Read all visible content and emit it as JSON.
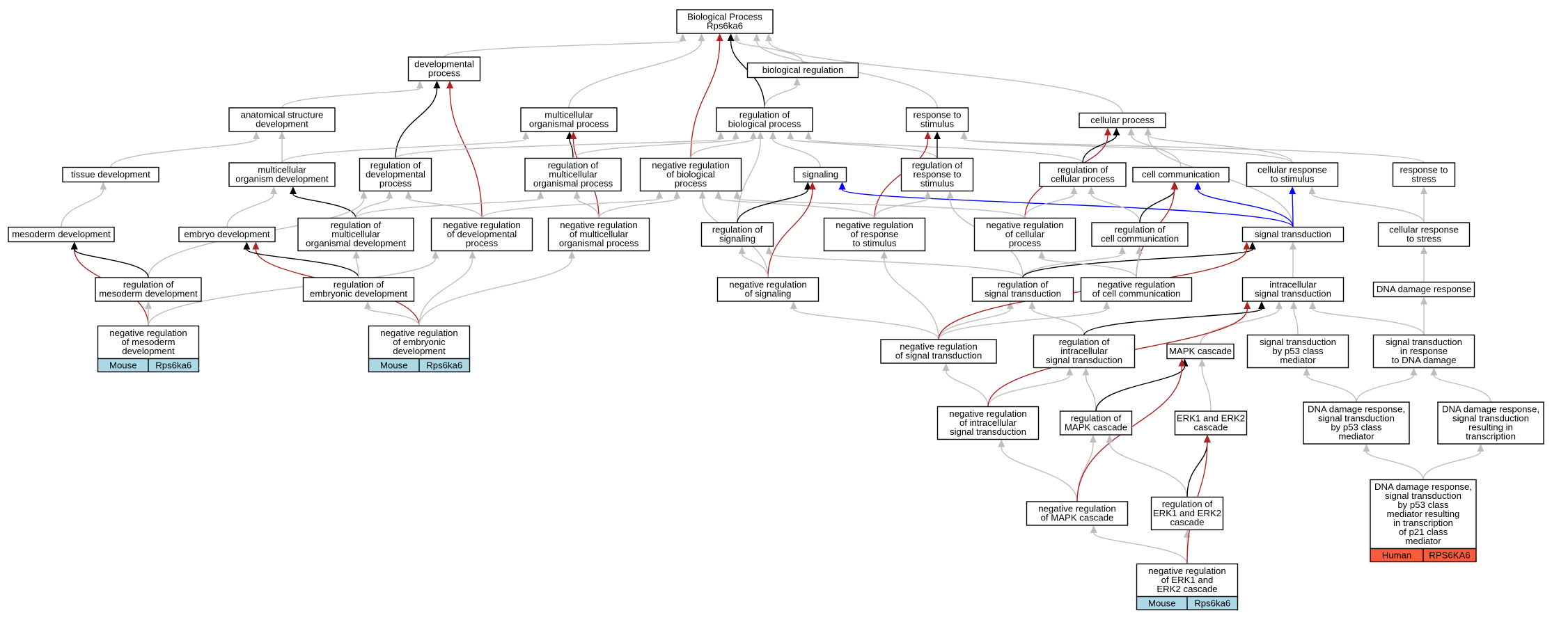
{
  "colors": {
    "is_a": "#bebebe",
    "part_of": "#000000",
    "negatively_regulates": "#b22222",
    "positively_regulates": "#0000ff",
    "mouse": "#add8e6",
    "human": "#fa5b3d"
  },
  "nodes": [
    {
      "id": "root",
      "lines": [
        "Biological Process",
        "Rps6ka6"
      ]
    },
    {
      "id": "devproc",
      "lines": [
        "developmental",
        "process"
      ]
    },
    {
      "id": "bioreg",
      "lines": [
        "biological regulation"
      ]
    },
    {
      "id": "anatdev",
      "lines": [
        "anatomical structure",
        "development"
      ]
    },
    {
      "id": "multiproc",
      "lines": [
        "multicellular",
        "organismal process"
      ]
    },
    {
      "id": "regbio",
      "lines": [
        "regulation of",
        "biological process"
      ]
    },
    {
      "id": "respstim",
      "lines": [
        "response to",
        "stimulus"
      ]
    },
    {
      "id": "cellproc",
      "lines": [
        "cellular process"
      ]
    },
    {
      "id": "tissuedev",
      "lines": [
        "tissue development"
      ]
    },
    {
      "id": "multiorgdev",
      "lines": [
        "multicellular",
        "organism development"
      ]
    },
    {
      "id": "regdevproc",
      "lines": [
        "regulation of",
        "developmental",
        "process"
      ]
    },
    {
      "id": "regmultiproc",
      "lines": [
        "regulation of",
        "multicellular",
        "organismal process"
      ]
    },
    {
      "id": "negregbio",
      "lines": [
        "negative regulation",
        "of biological",
        "process"
      ]
    },
    {
      "id": "signaling",
      "lines": [
        "signaling"
      ]
    },
    {
      "id": "regrespstim",
      "lines": [
        "regulation of",
        "response to",
        "stimulus"
      ]
    },
    {
      "id": "regcellproc",
      "lines": [
        "regulation of",
        "cellular process"
      ]
    },
    {
      "id": "cellcomm",
      "lines": [
        "cell communication"
      ]
    },
    {
      "id": "cellrespstim",
      "lines": [
        "cellular response",
        "to stimulus"
      ]
    },
    {
      "id": "respstress",
      "lines": [
        "response to",
        "stress"
      ]
    },
    {
      "id": "mesodev",
      "lines": [
        "mesoderm development"
      ]
    },
    {
      "id": "embryodev",
      "lines": [
        "embryo development"
      ]
    },
    {
      "id": "regmultiorgdev",
      "lines": [
        "regulation of",
        "multicellular",
        "organismal development"
      ]
    },
    {
      "id": "negregdevproc",
      "lines": [
        "negative regulation",
        "of developmental",
        "process"
      ]
    },
    {
      "id": "negregmultiproc",
      "lines": [
        "negative regulation",
        "of multicellular",
        "organismal process"
      ]
    },
    {
      "id": "regsignaling",
      "lines": [
        "regulation of",
        "signaling"
      ]
    },
    {
      "id": "negregrespstim",
      "lines": [
        "negative regulation",
        "of response",
        "to stimulus"
      ]
    },
    {
      "id": "negregcellproc",
      "lines": [
        "negative regulation",
        "of cellular",
        "process"
      ]
    },
    {
      "id": "regcellcomm",
      "lines": [
        "regulation of",
        "cell communication"
      ]
    },
    {
      "id": "sigtrans",
      "lines": [
        "signal transduction"
      ]
    },
    {
      "id": "cellrespstress",
      "lines": [
        "cellular response",
        "to stress"
      ]
    },
    {
      "id": "regmesodev",
      "lines": [
        "regulation of",
        "mesoderm development"
      ]
    },
    {
      "id": "regembdev",
      "lines": [
        "regulation of",
        "embryonic development"
      ]
    },
    {
      "id": "negregsignaling",
      "lines": [
        "negative regulation",
        "of signaling"
      ]
    },
    {
      "id": "regsigtrans",
      "lines": [
        "regulation of",
        "signal transduction"
      ]
    },
    {
      "id": "negregcellcomm",
      "lines": [
        "negative regulation",
        "of cell communication"
      ]
    },
    {
      "id": "intrasig",
      "lines": [
        "intracellular",
        "signal transduction"
      ]
    },
    {
      "id": "dnadmg",
      "lines": [
        "DNA damage response"
      ]
    },
    {
      "id": "negregmesodev",
      "lines": [
        "negative regulation",
        "of mesoderm",
        "development"
      ],
      "tags": [
        "Mouse",
        "Rps6ka6"
      ]
    },
    {
      "id": "negregembdev",
      "lines": [
        "negative regulation",
        "of embryonic",
        "development"
      ],
      "tags": [
        "Mouse",
        "Rps6ka6"
      ]
    },
    {
      "id": "negregsigtrans",
      "lines": [
        "negative regulation",
        "of signal transduction"
      ]
    },
    {
      "id": "regintrasig",
      "lines": [
        "regulation of",
        "intracellular",
        "signal transduction"
      ]
    },
    {
      "id": "mapk",
      "lines": [
        "MAPK cascade"
      ]
    },
    {
      "id": "p53sig",
      "lines": [
        "signal transduction",
        "by p53 class",
        "mediator"
      ]
    },
    {
      "id": "sigdnadmg",
      "lines": [
        "signal transduction",
        "in response",
        "to DNA damage"
      ]
    },
    {
      "id": "negregintrasig",
      "lines": [
        "negative regulation",
        "of intracellular",
        "signal transduction"
      ]
    },
    {
      "id": "regmapk",
      "lines": [
        "regulation of",
        "MAPK cascade"
      ]
    },
    {
      "id": "erk",
      "lines": [
        "ERK1 and ERK2",
        "cascade"
      ]
    },
    {
      "id": "dnap53",
      "lines": [
        "DNA damage response,",
        "signal transduction",
        "by p53 class",
        "mediator"
      ]
    },
    {
      "id": "dnatrans",
      "lines": [
        "DNA damage response,",
        "signal transduction",
        "resulting in",
        "transcription"
      ]
    },
    {
      "id": "negregmapk",
      "lines": [
        "negative regulation",
        "of MAPK cascade"
      ]
    },
    {
      "id": "regerk",
      "lines": [
        "regulation of",
        "ERK1 and ERK2",
        "cascade"
      ]
    },
    {
      "id": "dnap21",
      "lines": [
        "DNA damage response,",
        "signal transduction",
        "by p53 class",
        "mediator resulting",
        "in transcription",
        "of p21 class",
        "mediator"
      ],
      "tags": [
        "Human",
        "RPS6KA6"
      ]
    },
    {
      "id": "negregerk",
      "lines": [
        "negative regulation",
        "of ERK1 and",
        "ERK2 cascade"
      ],
      "tags": [
        "Mouse",
        "Rps6ka6"
      ]
    }
  ],
  "edges": [
    {
      "from": "devproc",
      "to": "root",
      "kind": "is_a"
    },
    {
      "from": "bioreg",
      "to": "root",
      "kind": "is_a"
    },
    {
      "from": "multiproc",
      "to": "root",
      "kind": "is_a"
    },
    {
      "from": "regbio",
      "to": "root",
      "kind": "part_of"
    },
    {
      "from": "respstim",
      "to": "root",
      "kind": "is_a"
    },
    {
      "from": "cellproc",
      "to": "root",
      "kind": "is_a"
    },
    {
      "from": "negregbio",
      "to": "root",
      "kind": "negatively_regulates"
    },
    {
      "from": "regbio",
      "to": "bioreg",
      "kind": "is_a"
    },
    {
      "from": "anatdev",
      "to": "devproc",
      "kind": "is_a"
    },
    {
      "from": "regdevproc",
      "to": "devproc",
      "kind": "part_of"
    },
    {
      "from": "negregdevproc",
      "to": "devproc",
      "kind": "negatively_regulates"
    },
    {
      "from": "tissuedev",
      "to": "anatdev",
      "kind": "is_a"
    },
    {
      "from": "multiorgdev",
      "to": "anatdev",
      "kind": "is_a"
    },
    {
      "from": "multiorgdev",
      "to": "multiproc",
      "kind": "is_a"
    },
    {
      "from": "regmultiproc",
      "to": "multiproc",
      "kind": "part_of"
    },
    {
      "from": "negregmultiproc",
      "to": "multiproc",
      "kind": "negatively_regulates"
    },
    {
      "from": "regdevproc",
      "to": "regbio",
      "kind": "is_a"
    },
    {
      "from": "regmultiproc",
      "to": "regbio",
      "kind": "is_a"
    },
    {
      "from": "negregbio",
      "to": "regbio",
      "kind": "is_a"
    },
    {
      "from": "signaling",
      "to": "regbio",
      "kind": "is_a"
    },
    {
      "from": "regrespstim",
      "to": "regbio",
      "kind": "is_a"
    },
    {
      "from": "regcellproc",
      "to": "regbio",
      "kind": "is_a"
    },
    {
      "from": "regsignaling",
      "to": "regbio",
      "kind": "is_a"
    },
    {
      "from": "regrespstim",
      "to": "respstim",
      "kind": "part_of"
    },
    {
      "from": "negregrespstim",
      "to": "respstim",
      "kind": "negatively_regulates"
    },
    {
      "from": "cellrespstim",
      "to": "respstim",
      "kind": "is_a"
    },
    {
      "from": "respstress",
      "to": "respstim",
      "kind": "is_a"
    },
    {
      "from": "regcellproc",
      "to": "cellproc",
      "kind": "part_of"
    },
    {
      "from": "cellcomm",
      "to": "cellproc",
      "kind": "is_a"
    },
    {
      "from": "cellrespstim",
      "to": "cellproc",
      "kind": "is_a"
    },
    {
      "from": "negregcellproc",
      "to": "cellproc",
      "kind": "negatively_regulates"
    },
    {
      "from": "sigtrans",
      "to": "cellproc",
      "kind": "is_a"
    },
    {
      "from": "mesodev",
      "to": "tissuedev",
      "kind": "is_a"
    },
    {
      "from": "embryodev",
      "to": "multiorgdev",
      "kind": "is_a"
    },
    {
      "from": "regmultiorgdev",
      "to": "multiorgdev",
      "kind": "part_of"
    },
    {
      "from": "regmultiorgdev",
      "to": "regdevproc",
      "kind": "is_a"
    },
    {
      "from": "negregdevproc",
      "to": "regdevproc",
      "kind": "is_a"
    },
    {
      "from": "regmesodev",
      "to": "regdevproc",
      "kind": "is_a"
    },
    {
      "from": "regmultiorgdev",
      "to": "regmultiproc",
      "kind": "is_a"
    },
    {
      "from": "negregmultiproc",
      "to": "regmultiproc",
      "kind": "is_a"
    },
    {
      "from": "negregdevproc",
      "to": "negregbio",
      "kind": "is_a"
    },
    {
      "from": "negregmultiproc",
      "to": "negregbio",
      "kind": "is_a"
    },
    {
      "from": "negregcellproc",
      "to": "negregbio",
      "kind": "is_a"
    },
    {
      "from": "negregrespstim",
      "to": "negregbio",
      "kind": "is_a"
    },
    {
      "from": "negregsignaling",
      "to": "negregbio",
      "kind": "is_a"
    },
    {
      "from": "regsignaling",
      "to": "signaling",
      "kind": "part_of"
    },
    {
      "from": "negregsignaling",
      "to": "signaling",
      "kind": "negatively_regulates"
    },
    {
      "from": "sigtrans",
      "to": "signaling",
      "kind": "positively_regulates"
    },
    {
      "from": "negregrespstim",
      "to": "regrespstim",
      "kind": "is_a"
    },
    {
      "from": "regsigtrans",
      "to": "regrespstim",
      "kind": "is_a"
    },
    {
      "from": "negregcellproc",
      "to": "regcellproc",
      "kind": "is_a"
    },
    {
      "from": "regcellcomm",
      "to": "regcellproc",
      "kind": "is_a"
    },
    {
      "from": "regcellcomm",
      "to": "cellcomm",
      "kind": "part_of"
    },
    {
      "from": "negregcellcomm",
      "to": "cellcomm",
      "kind": "negatively_regulates"
    },
    {
      "from": "sigtrans",
      "to": "cellcomm",
      "kind": "positively_regulates"
    },
    {
      "from": "sigtrans",
      "to": "cellrespstim",
      "kind": "positively_regulates"
    },
    {
      "from": "cellrespstress",
      "to": "cellrespstim",
      "kind": "is_a"
    },
    {
      "from": "cellrespstress",
      "to": "respstress",
      "kind": "is_a"
    },
    {
      "from": "dnadmg",
      "to": "cellrespstress",
      "kind": "is_a"
    },
    {
      "from": "negregmesodev",
      "to": "mesodev",
      "kind": "negatively_regulates"
    },
    {
      "from": "regmesodev",
      "to": "mesodev",
      "kind": "part_of"
    },
    {
      "from": "negregembdev",
      "to": "embryodev",
      "kind": "negatively_regulates"
    },
    {
      "from": "regembdev",
      "to": "embryodev",
      "kind": "part_of"
    },
    {
      "from": "regembdev",
      "to": "regmultiorgdev",
      "kind": "is_a"
    },
    {
      "from": "negregmesodev",
      "to": "regmesodev",
      "kind": "is_a"
    },
    {
      "from": "negregmesodev",
      "to": "negregdevproc",
      "kind": "is_a"
    },
    {
      "from": "negregembdev",
      "to": "regembdev",
      "kind": "is_a"
    },
    {
      "from": "negregembdev",
      "to": "negregdevproc",
      "kind": "is_a"
    },
    {
      "from": "negregembdev",
      "to": "negregmultiproc",
      "kind": "is_a"
    },
    {
      "from": "negregsignaling",
      "to": "regsignaling",
      "kind": "is_a"
    },
    {
      "from": "regsigtrans",
      "to": "regsignaling",
      "kind": "is_a"
    },
    {
      "from": "regsigtrans",
      "to": "regcellcomm",
      "kind": "is_a"
    },
    {
      "from": "regsigtrans",
      "to": "sigtrans",
      "kind": "part_of"
    },
    {
      "from": "negregcellcomm",
      "to": "regcellcomm",
      "kind": "is_a"
    },
    {
      "from": "negregcellcomm",
      "to": "negregcellproc",
      "kind": "is_a"
    },
    {
      "from": "intrasig",
      "to": "sigtrans",
      "kind": "is_a"
    },
    {
      "from": "negregsigtrans",
      "to": "negregsignaling",
      "kind": "is_a"
    },
    {
      "from": "negregsigtrans",
      "to": "regsigtrans",
      "kind": "is_a"
    },
    {
      "from": "negregsigtrans",
      "to": "negregcellcomm",
      "kind": "is_a"
    },
    {
      "from": "negregsigtrans",
      "to": "negregrespstim",
      "kind": "is_a"
    },
    {
      "from": "negregsigtrans",
      "to": "sigtrans",
      "kind": "negatively_regulates"
    },
    {
      "from": "regintrasig",
      "to": "regsigtrans",
      "kind": "is_a"
    },
    {
      "from": "regintrasig",
      "to": "intrasig",
      "kind": "part_of"
    },
    {
      "from": "mapk",
      "to": "intrasig",
      "kind": "is_a"
    },
    {
      "from": "p53sig",
      "to": "intrasig",
      "kind": "is_a"
    },
    {
      "from": "sigdnadmg",
      "to": "intrasig",
      "kind": "is_a"
    },
    {
      "from": "sigdnadmg",
      "to": "dnadmg",
      "kind": "is_a"
    },
    {
      "from": "negregintrasig",
      "to": "negregsigtrans",
      "kind": "is_a"
    },
    {
      "from": "negregintrasig",
      "to": "regintrasig",
      "kind": "is_a"
    },
    {
      "from": "negregintrasig",
      "to": "intrasig",
      "kind": "negatively_regulates"
    },
    {
      "from": "regmapk",
      "to": "regintrasig",
      "kind": "is_a"
    },
    {
      "from": "regmapk",
      "to": "mapk",
      "kind": "part_of"
    },
    {
      "from": "erk",
      "to": "mapk",
      "kind": "is_a"
    },
    {
      "from": "dnap53",
      "to": "p53sig",
      "kind": "is_a"
    },
    {
      "from": "dnap53",
      "to": "sigdnadmg",
      "kind": "is_a"
    },
    {
      "from": "dnatrans",
      "to": "sigdnadmg",
      "kind": "is_a"
    },
    {
      "from": "negregmapk",
      "to": "negregintrasig",
      "kind": "is_a"
    },
    {
      "from": "negregmapk",
      "to": "regmapk",
      "kind": "is_a"
    },
    {
      "from": "negregmapk",
      "to": "mapk",
      "kind": "negatively_regulates"
    },
    {
      "from": "regerk",
      "to": "regmapk",
      "kind": "is_a"
    },
    {
      "from": "regerk",
      "to": "erk",
      "kind": "part_of"
    },
    {
      "from": "dnap21",
      "to": "dnap53",
      "kind": "is_a"
    },
    {
      "from": "dnap21",
      "to": "dnatrans",
      "kind": "is_a"
    },
    {
      "from": "negregerk",
      "to": "negregmapk",
      "kind": "is_a"
    },
    {
      "from": "negregerk",
      "to": "regerk",
      "kind": "is_a"
    },
    {
      "from": "negregerk",
      "to": "erk",
      "kind": "negatively_regulates"
    }
  ]
}
